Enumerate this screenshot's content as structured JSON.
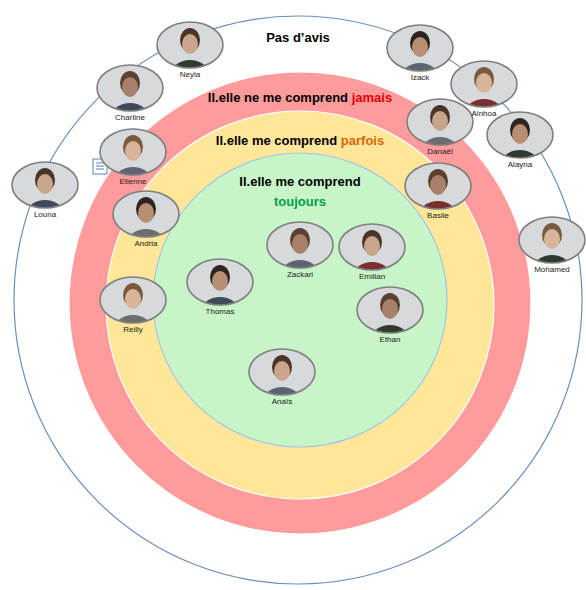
{
  "diagram": {
    "nodes": [
      {
        "text": [
          "Pas d’avis"
        ]
      },
      {
        "text": [
          "Il.elle ne me comprend",
          "jamais"
        ],
        "in": 0
      },
      {
        "text": [
          "Il.elle me comprend",
          "parfois"
        ],
        "in": 1
      },
      {
        "text": [
          "Il.elle me comprend",
          "toujours"
        ],
        "in": 2
      },
      {
        "text": [
          "Neyla"
        ],
        "in": 0
      },
      {
        "text": [
          "Izack"
        ],
        "in": 0
      },
      {
        "text": [
          "Ainhoa"
        ],
        "in": 0
      },
      {
        "text": [
          "Charline"
        ],
        "in": 0
      },
      {
        "text": [
          "Danaël"
        ],
        "in": 1
      },
      {
        "text": [
          "Alayna"
        ],
        "in": 0
      },
      {
        "text": [
          "Etienne"
        ],
        "in": 1
      },
      {
        "text": [
          "Basile"
        ],
        "in": 2
      },
      {
        "text": [
          "Louna"
        ],
        "in": 0
      },
      {
        "text": [
          "Andria"
        ],
        "in": 2
      },
      {
        "text": [
          "Mohamed"
        ],
        "in": 0
      },
      {
        "text": [
          "Zackari"
        ],
        "in": 3
      },
      {
        "text": [
          "Emilian"
        ],
        "in": 3
      },
      {
        "text": [
          "Thomas"
        ],
        "in": 3
      },
      {
        "text": [
          "Reilly"
        ],
        "in": 2
      },
      {
        "text": [
          "Ethan"
        ],
        "in": 3
      },
      {
        "text": [
          "Anaïs"
        ],
        "in": 3
      }
    ]
  }
}
